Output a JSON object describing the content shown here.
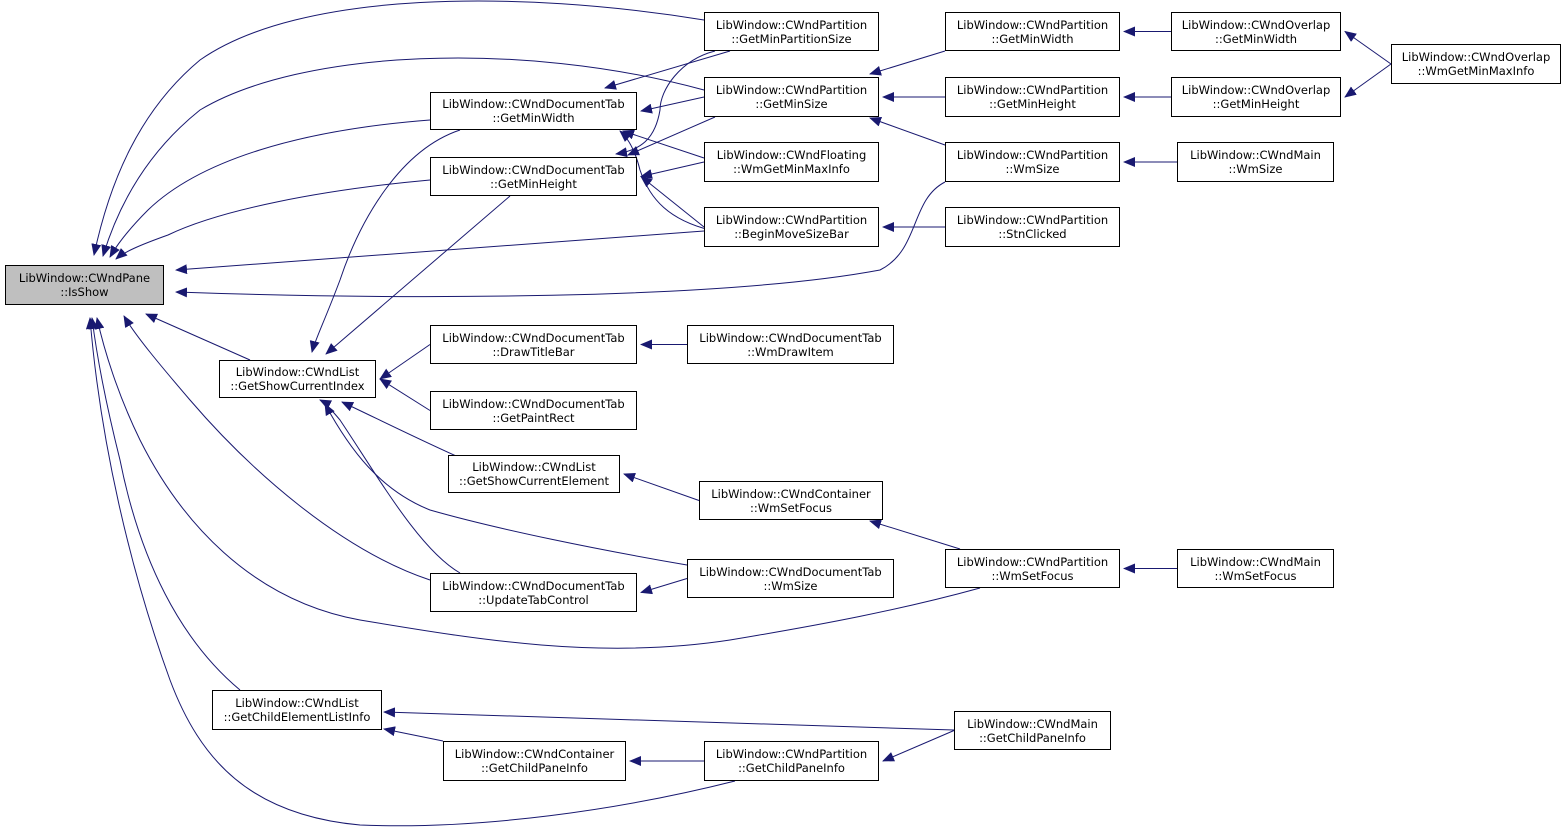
{
  "colors": {
    "edge": "#191970",
    "focus_fill": "#bfbfbf",
    "node_fill": "#ffffff",
    "node_border": "#000000"
  },
  "nodes": [
    {
      "id": "isshow",
      "l1": "LibWindow::CWndPane",
      "l2": "::IsShow",
      "focus": true
    },
    {
      "id": "dt_getminwidth",
      "l1": "LibWindow::CWndDocumentTab",
      "l2": "::GetMinWidth"
    },
    {
      "id": "dt_getminheight",
      "l1": "LibWindow::CWndDocumentTab",
      "l2": "::GetMinHeight"
    },
    {
      "id": "wl_getshowcurrentindex",
      "l1": "LibWindow::CWndList",
      "l2": "::GetShowCurrentIndex"
    },
    {
      "id": "dt_drawtitlebar",
      "l1": "LibWindow::CWndDocumentTab",
      "l2": "::DrawTitleBar"
    },
    {
      "id": "dt_getpaintrect",
      "l1": "LibWindow::CWndDocumentTab",
      "l2": "::GetPaintRect"
    },
    {
      "id": "wl_getshowcurrentelement",
      "l1": "LibWindow::CWndList",
      "l2": "::GetShowCurrentElement"
    },
    {
      "id": "dt_updatetabcontrol",
      "l1": "LibWindow::CWndDocumentTab",
      "l2": "::UpdateTabControl"
    },
    {
      "id": "wl_getchildelementlistinfo",
      "l1": "LibWindow::CWndList",
      "l2": "::GetChildElementListInfo"
    },
    {
      "id": "wc_getchildpaneinfo",
      "l1": "LibWindow::CWndContainer",
      "l2": "::GetChildPaneInfo"
    },
    {
      "id": "wp_getminpartitionsize",
      "l1": "LibWindow::CWndPartition",
      "l2": "::GetMinPartitionSize"
    },
    {
      "id": "wp_getminsize",
      "l1": "LibWindow::CWndPartition",
      "l2": "::GetMinSize"
    },
    {
      "id": "wf_wmgetminmaxinfo",
      "l1": "LibWindow::CWndFloating",
      "l2": "::WmGetMinMaxInfo"
    },
    {
      "id": "wp_beginmovesizebar",
      "l1": "LibWindow::CWndPartition",
      "l2": "::BeginMoveSizeBar"
    },
    {
      "id": "dt_wmdrawitem",
      "l1": "LibWindow::CWndDocumentTab",
      "l2": "::WmDrawItem"
    },
    {
      "id": "wc_wmsetfocus",
      "l1": "LibWindow::CWndContainer",
      "l2": "::WmSetFocus"
    },
    {
      "id": "dt_wmsize",
      "l1": "LibWindow::CWndDocumentTab",
      "l2": "::WmSize"
    },
    {
      "id": "wp_getchildpaneinfo",
      "l1": "LibWindow::CWndPartition",
      "l2": "::GetChildPaneInfo"
    },
    {
      "id": "wp_getminwidth",
      "l1": "LibWindow::CWndPartition",
      "l2": "::GetMinWidth"
    },
    {
      "id": "wp_getminheight",
      "l1": "LibWindow::CWndPartition",
      "l2": "::GetMinHeight"
    },
    {
      "id": "wp_wmsize",
      "l1": "LibWindow::CWndPartition",
      "l2": "::WmSize"
    },
    {
      "id": "wp_stnclicked",
      "l1": "LibWindow::CWndPartition",
      "l2": "::StnClicked"
    },
    {
      "id": "wp_wmsetfocus",
      "l1": "LibWindow::CWndPartition",
      "l2": "::WmSetFocus"
    },
    {
      "id": "wm_getchildpaneinfo",
      "l1": "LibWindow::CWndMain",
      "l2": "::GetChildPaneInfo"
    },
    {
      "id": "wo_getminwidth",
      "l1": "LibWindow::CWndOverlap",
      "l2": "::GetMinWidth"
    },
    {
      "id": "wo_getminheight",
      "l1": "LibWindow::CWndOverlap",
      "l2": "::GetMinHeight"
    },
    {
      "id": "wm_wmsize",
      "l1": "LibWindow::CWndMain",
      "l2": "::WmSize"
    },
    {
      "id": "wm_wmsetfocus",
      "l1": "LibWindow::CWndMain",
      "l2": "::WmSetFocus"
    },
    {
      "id": "wo_wmgetminmaxinfo",
      "l1": "LibWindow::CWndOverlap",
      "l2": "::WmGetMinMaxInfo"
    }
  ],
  "edges": [
    {
      "from": "wp_getminpartitionsize",
      "to": "isshow"
    },
    {
      "from": "wp_getminsize",
      "to": "isshow"
    },
    {
      "from": "dt_getminwidth",
      "to": "isshow"
    },
    {
      "from": "dt_getminheight",
      "to": "isshow"
    },
    {
      "from": "wp_beginmovesizebar",
      "to": "isshow"
    },
    {
      "from": "wp_wmsize",
      "to": "isshow"
    },
    {
      "from": "wl_getshowcurrentindex",
      "to": "isshow"
    },
    {
      "from": "dt_updatetabcontrol",
      "to": "isshow"
    },
    {
      "from": "wp_wmsetfocus",
      "to": "isshow"
    },
    {
      "from": "wl_getchildelementlistinfo",
      "to": "isshow"
    },
    {
      "from": "wp_getchildpaneinfo",
      "to": "isshow"
    },
    {
      "from": "wp_getminpartitionsize",
      "to": "dt_getminwidth"
    },
    {
      "from": "wp_getminsize",
      "to": "dt_getminwidth"
    },
    {
      "from": "wf_wmgetminmaxinfo",
      "to": "dt_getminwidth"
    },
    {
      "from": "wp_beginmovesizebar",
      "to": "dt_getminwidth"
    },
    {
      "from": "wp_getminpartitionsize",
      "to": "dt_getminheight"
    },
    {
      "from": "wp_getminsize",
      "to": "dt_getminheight"
    },
    {
      "from": "wf_wmgetminmaxinfo",
      "to": "dt_getminheight"
    },
    {
      "from": "wp_beginmovesizebar",
      "to": "dt_getminheight"
    },
    {
      "from": "dt_getminwidth",
      "to": "wl_getshowcurrentindex"
    },
    {
      "from": "dt_getminheight",
      "to": "wl_getshowcurrentindex"
    },
    {
      "from": "dt_drawtitlebar",
      "to": "wl_getshowcurrentindex"
    },
    {
      "from": "dt_getpaintrect",
      "to": "wl_getshowcurrentindex"
    },
    {
      "from": "wl_getshowcurrentelement",
      "to": "wl_getshowcurrentindex"
    },
    {
      "from": "dt_updatetabcontrol",
      "to": "wl_getshowcurrentindex"
    },
    {
      "from": "dt_wmsize",
      "to": "wl_getshowcurrentindex"
    },
    {
      "from": "dt_wmdrawitem",
      "to": "dt_drawtitlebar"
    },
    {
      "from": "wc_wmsetfocus",
      "to": "wl_getshowcurrentelement"
    },
    {
      "from": "dt_wmsize",
      "to": "dt_updatetabcontrol"
    },
    {
      "from": "wp_wmsetfocus",
      "to": "wc_wmsetfocus"
    },
    {
      "from": "wm_wmsetfocus",
      "to": "wp_wmsetfocus"
    },
    {
      "from": "wp_getminwidth",
      "to": "wp_getminsize"
    },
    {
      "from": "wp_getminheight",
      "to": "wp_getminsize"
    },
    {
      "from": "wp_wmsize",
      "to": "wp_getminsize"
    },
    {
      "from": "wo_getminwidth",
      "to": "wp_getminwidth"
    },
    {
      "from": "wo_getminheight",
      "to": "wp_getminheight"
    },
    {
      "from": "wo_wmgetminmaxinfo",
      "to": "wo_getminwidth"
    },
    {
      "from": "wo_wmgetminmaxinfo",
      "to": "wo_getminheight"
    },
    {
      "from": "wm_wmsize",
      "to": "wp_wmsize"
    },
    {
      "from": "wp_stnclicked",
      "to": "wp_beginmovesizebar"
    },
    {
      "from": "wm_getchildpaneinfo",
      "to": "wl_getchildelementlistinfo"
    },
    {
      "from": "wc_getchildpaneinfo",
      "to": "wl_getchildelementlistinfo"
    },
    {
      "from": "wp_getchildpaneinfo",
      "to": "wc_getchildpaneinfo"
    },
    {
      "from": "wm_getchildpaneinfo",
      "to": "wp_getchildpaneinfo"
    }
  ]
}
